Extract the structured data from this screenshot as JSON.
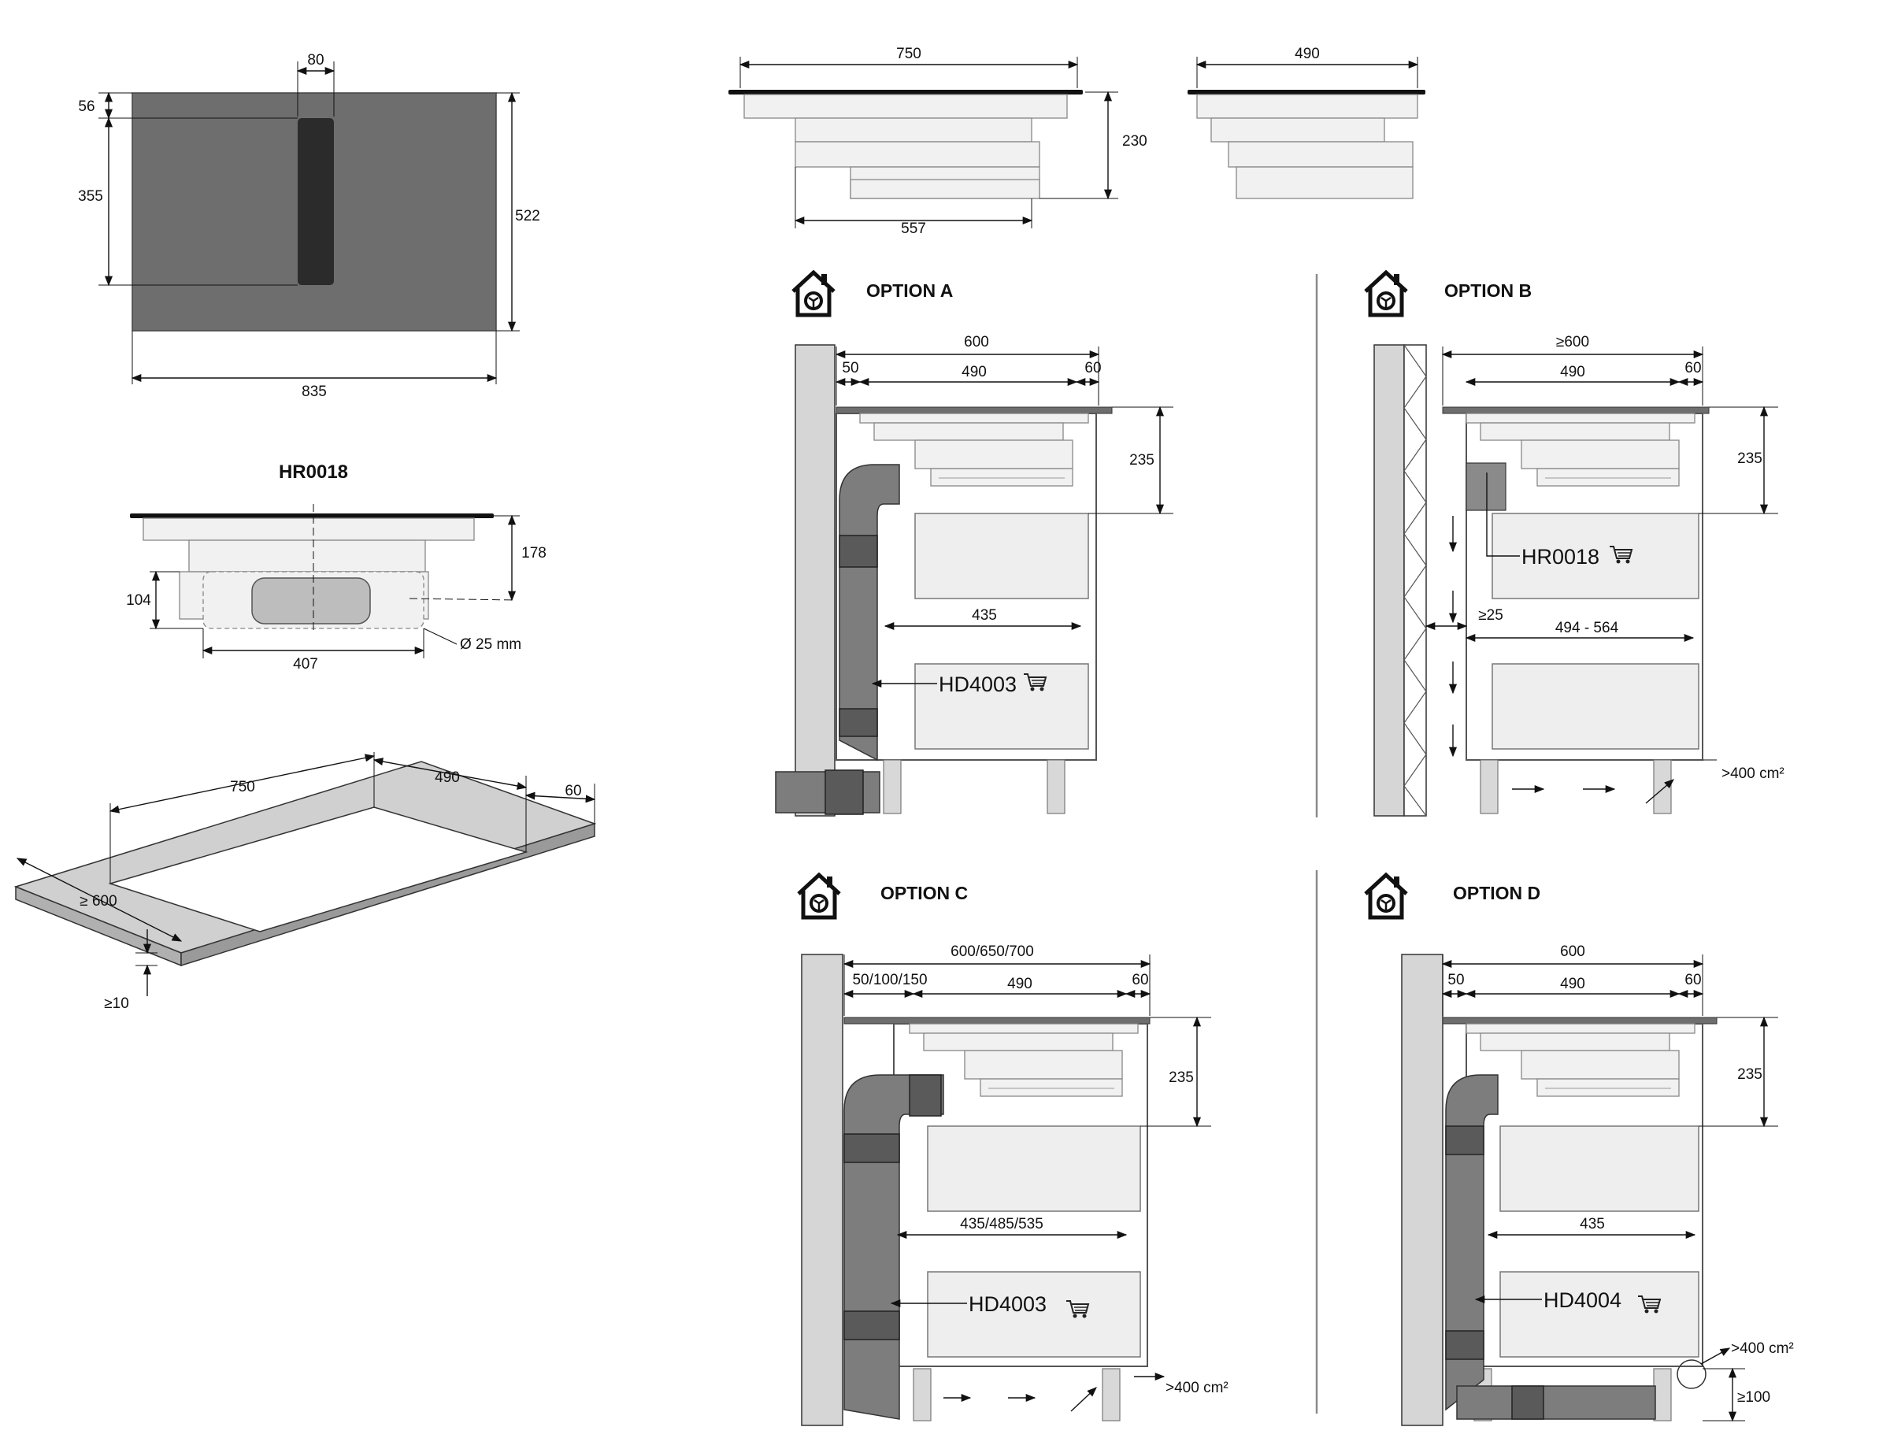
{
  "top_view": {
    "dim_width": "835",
    "dim_height": "522",
    "dim_vent_width": "80",
    "dim_vent_top": "56",
    "dim_vent_length": "355"
  },
  "hr0018_view": {
    "title": "HR0018",
    "dim_height": "178",
    "dim_body": "104",
    "dim_length": "407",
    "dim_diameter": "Ø 25 mm"
  },
  "cutout_view": {
    "dim_length": "750",
    "dim_depth": "490",
    "dim_edge": "60",
    "dim_worktop": "≥ 600",
    "dim_thickness": "≥10"
  },
  "front_view": {
    "dim_width": "750",
    "dim_height": "230",
    "dim_unit": "557"
  },
  "side_view": {
    "dim_depth": "490"
  },
  "options": {
    "a": {
      "title": "OPTION A",
      "icon": "house-recirculation-icon",
      "dim_total": "600",
      "dim_back": "50",
      "dim_cutout": "490",
      "dim_front": "60",
      "dim_height": "235",
      "dim_inner": "435",
      "part": "HD4003"
    },
    "b": {
      "title": "OPTION B",
      "icon": "house-extraction-icon",
      "dim_total": "≥600",
      "dim_cutout": "490",
      "dim_front": "60",
      "dim_height": "235",
      "dim_gap": "≥25",
      "dim_inner": "494 - 564",
      "part": "HR0018",
      "vent": ">400 cm²"
    },
    "c": {
      "title": "OPTION C",
      "icon": "house-extraction-icon",
      "dim_total": "600/650/700",
      "dim_back": "50/100/150",
      "dim_cutout": "490",
      "dim_front": "60",
      "dim_height": "235",
      "dim_inner": "435/485/535",
      "part": "HD4003",
      "vent": ">400 cm²"
    },
    "d": {
      "title": "OPTION D",
      "icon": "house-extraction-icon",
      "dim_total": "600",
      "dim_back": "50",
      "dim_cutout": "490",
      "dim_front": "60",
      "dim_height": "235",
      "dim_inner": "435",
      "part": "HD4004",
      "vent": ">400 cm²",
      "dim_plinth": "≥100"
    }
  },
  "colors": {
    "hob_glass": "#6e6e6e",
    "vent_slot": "#2b2b2b",
    "duct": "#7d7d7d",
    "wall": "#d6d6d6",
    "separator": "#8a8a8a"
  }
}
